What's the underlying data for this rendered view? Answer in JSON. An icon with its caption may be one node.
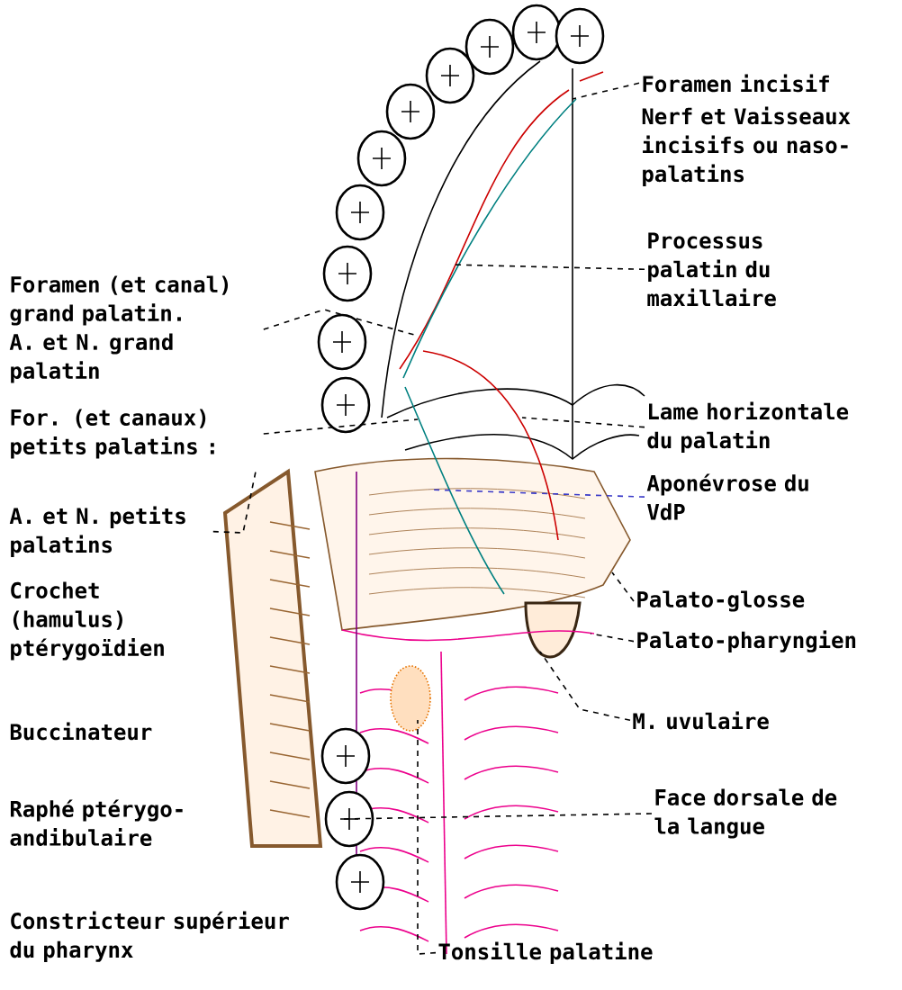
{
  "diagram": {
    "nodes": [
      {
        "text": [
          "Foramen (et canal) grand palatin.",
          "A. et N. grand palatin"
        ]
      },
      {
        "text": [
          "For. (et canaux) petits palatins :"
        ]
      },
      {
        "text": [
          "A. et N. petits palatins"
        ]
      },
      {
        "text": [
          "Foramen incisif"
        ]
      },
      {
        "text": [
          "Processus palatin du maxillaire"
        ]
      },
      {
        "text": [
          "Lame horizontale du palatin"
        ]
      },
      {
        "text": [
          "Aponévrose du VdP"
        ]
      },
      {
        "text": [
          "Palato-glosse"
        ]
      },
      {
        "text": [
          "Palato-pharyngien"
        ]
      },
      {
        "text": [
          "M. uvulaire"
        ]
      },
      {
        "text": [
          "Face dorsale de la langue"
        ]
      },
      {
        "text": [
          "Tonsille palatine"
        ]
      }
    ],
    "edges": [
      {
        "from": 0,
        "to": null,
        "arrow": "none",
        "style": "dashed"
      },
      {
        "from": 1,
        "to": null,
        "arrow": "none",
        "style": "dashed"
      },
      {
        "from": 2,
        "to": null,
        "arrow": "none",
        "style": "dashed"
      },
      {
        "from": 3,
        "to": null,
        "arrow": "none",
        "style": "dashed"
      },
      {
        "from": 4,
        "to": null,
        "arrow": "none",
        "style": "dashed"
      },
      {
        "from": 5,
        "to": null,
        "arrow": "none",
        "style": "dashed"
      },
      {
        "from": 6,
        "to": null,
        "arrow": "none",
        "style": "dashed",
        "color": "#3a3ac8"
      },
      {
        "from": 7,
        "to": null,
        "arrow": "none",
        "style": "dashed"
      },
      {
        "from": 8,
        "to": null,
        "arrow": "none",
        "style": "dashed"
      },
      {
        "from": 9,
        "to": null,
        "arrow": "none",
        "style": "dashed"
      },
      {
        "from": 10,
        "to": null,
        "arrow": "none",
        "style": "dashed"
      },
      {
        "from": 11,
        "to": null,
        "arrow": "none",
        "style": "dashed"
      }
    ],
    "labels": [
      "Nerf et Vaisseaux incisifs ou naso-palatins",
      "Crochet (hamulus) ptérygoïdien",
      "Buccinateur",
      "Raphé ptérygo-andibulaire",
      "Constricteur supérieur du pharynx"
    ]
  }
}
